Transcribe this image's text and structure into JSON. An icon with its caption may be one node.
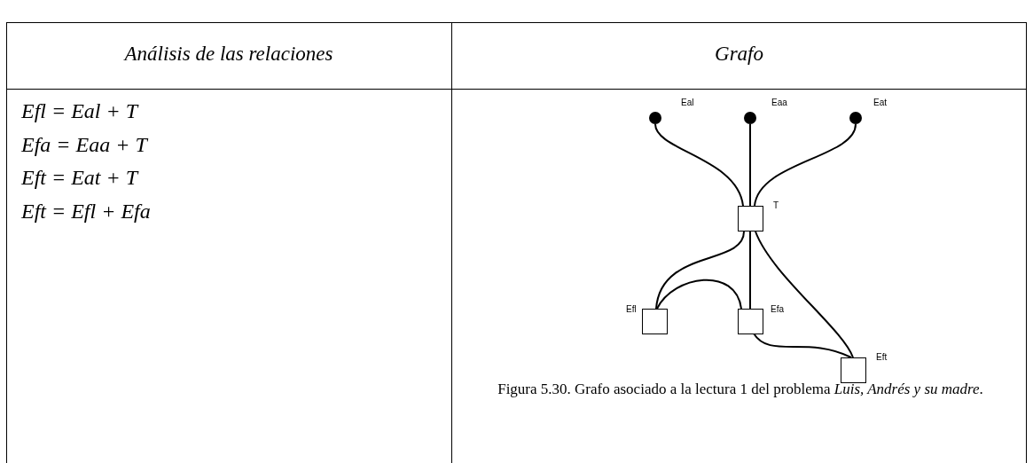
{
  "diagram": {
    "caption": "Figura 5.30. Grafo asociado a la lectura 1 del problema *Luis, Andrés y su madre*.",
    "nodes": [
      {
        "text": [],
        "shape": "circle",
        "beside": [
          "Eal"
        ]
      },
      {
        "text": [],
        "shape": "circle",
        "beside": [
          "Eaa"
        ]
      },
      {
        "text": [],
        "shape": "circle",
        "beside": [
          "Eat"
        ]
      },
      {
        "text": [],
        "shape": "box",
        "beside": [
          "T"
        ]
      },
      {
        "text": [],
        "shape": "box",
        "beside": [
          "Efl"
        ]
      },
      {
        "text": [],
        "shape": "box",
        "beside": [
          "Efa"
        ]
      },
      {
        "text": [],
        "shape": "box",
        "beside": [
          "Eft"
        ]
      }
    ],
    "edges": [
      {
        "from": 0,
        "to": 3,
        "arrow": "none"
      },
      {
        "from": 1,
        "to": 3,
        "arrow": "none"
      },
      {
        "from": 2,
        "to": 3,
        "arrow": "none"
      },
      {
        "from": 3,
        "to": 4,
        "arrow": "none"
      },
      {
        "from": 3,
        "to": 5,
        "arrow": "none"
      },
      {
        "from": 3,
        "to": 6,
        "arrow": "none"
      },
      {
        "from": 5,
        "to": 4,
        "arrow": "none"
      },
      {
        "from": 5,
        "to": 6,
        "arrow": "none"
      }
    ],
    "labels": [
      "Análisis de las relaciones",
      "Grafo",
      "Efl = Eal + T",
      "Efa = Eaa + T",
      "Eft = Eat + T",
      "Eft = Efl + Efa"
    ]
  }
}
